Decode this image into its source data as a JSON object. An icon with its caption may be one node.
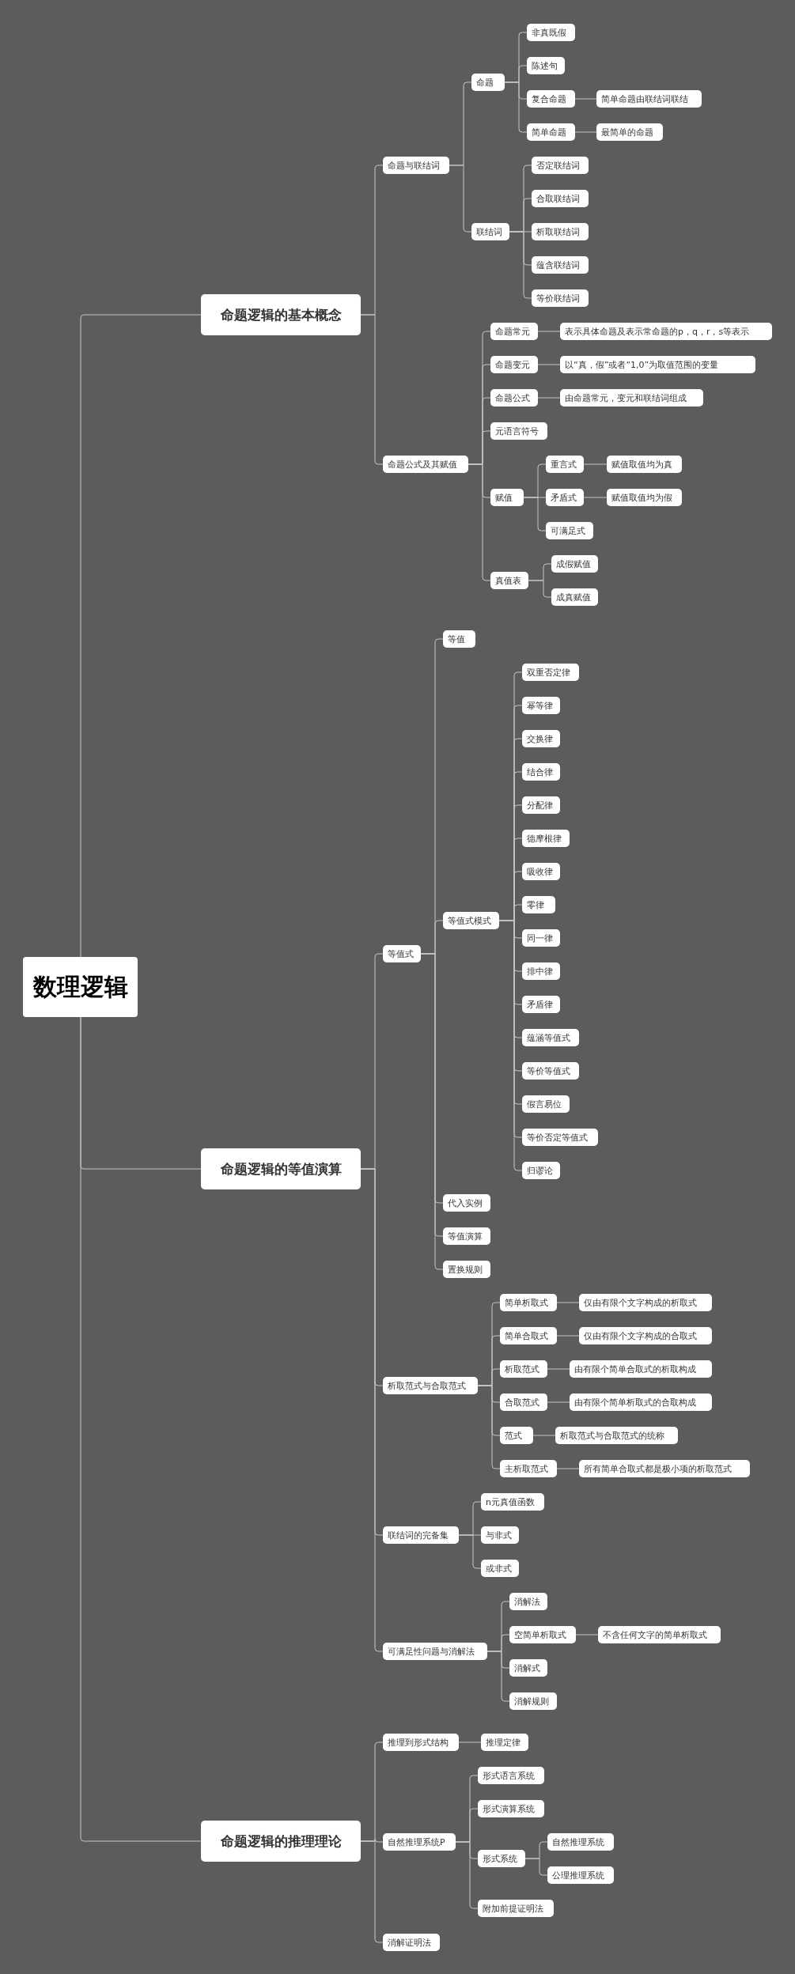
{
  "diagram": {
    "nodes": [
      {
        "text": [
          "数理逻辑"
        ]
      },
      {
        "text": [
          "命题逻辑的基本概念"
        ]
      },
      {
        "text": [
          "命题与联结词"
        ]
      },
      {
        "text": [
          "命题"
        ]
      },
      {
        "text": [
          "非真既假"
        ]
      },
      {
        "text": [
          "陈述句"
        ]
      },
      {
        "text": [
          "复合命题"
        ]
      },
      {
        "text": [
          "简单命题由联结词联结"
        ]
      },
      {
        "text": [
          "简单命题"
        ]
      },
      {
        "text": [
          "最简单的命题"
        ]
      },
      {
        "text": [
          "联结词"
        ]
      },
      {
        "text": [
          "否定联结词"
        ]
      },
      {
        "text": [
          "合取联结词"
        ]
      },
      {
        "text": [
          "析取联结词"
        ]
      },
      {
        "text": [
          "蕴含联结词"
        ]
      },
      {
        "text": [
          "等价联结词"
        ]
      },
      {
        "text": [
          "命题公式及其赋值"
        ]
      },
      {
        "text": [
          "命题常元"
        ]
      },
      {
        "text": [
          "表示具体命题及表示常命题的p，q，r，s等表示"
        ]
      },
      {
        "text": [
          "命题变元"
        ]
      },
      {
        "text": [
          "以“真，假”或者“1,0”为取值范围的变量"
        ]
      },
      {
        "text": [
          "命题公式"
        ]
      },
      {
        "text": [
          "由命题常元，变元和联结词组成"
        ]
      },
      {
        "text": [
          "元语言符号"
        ]
      },
      {
        "text": [
          "赋值"
        ]
      },
      {
        "text": [
          "重言式"
        ]
      },
      {
        "text": [
          "赋值取值均为真"
        ]
      },
      {
        "text": [
          "矛盾式"
        ]
      },
      {
        "text": [
          "赋值取值均为假"
        ]
      },
      {
        "text": [
          "可满足式"
        ]
      },
      {
        "text": [
          "真值表"
        ]
      },
      {
        "text": [
          "成假赋值"
        ]
      },
      {
        "text": [
          "成真赋值"
        ]
      },
      {
        "text": [
          "命题逻辑的等值演算"
        ]
      },
      {
        "text": [
          "等值式"
        ]
      },
      {
        "text": [
          "等值"
        ]
      },
      {
        "text": [
          "等值式模式"
        ]
      },
      {
        "text": [
          "双重否定律"
        ]
      },
      {
        "text": [
          "幂等律"
        ]
      },
      {
        "text": [
          "交换律"
        ]
      },
      {
        "text": [
          "结合律"
        ]
      },
      {
        "text": [
          "分配律"
        ]
      },
      {
        "text": [
          "德摩根律"
        ]
      },
      {
        "text": [
          "吸收律"
        ]
      },
      {
        "text": [
          "零律"
        ]
      },
      {
        "text": [
          "同一律"
        ]
      },
      {
        "text": [
          "排中律"
        ]
      },
      {
        "text": [
          "矛盾律"
        ]
      },
      {
        "text": [
          "蕴涵等值式"
        ]
      },
      {
        "text": [
          "等价等值式"
        ]
      },
      {
        "text": [
          "假言易位"
        ]
      },
      {
        "text": [
          "等价否定等值式"
        ]
      },
      {
        "text": [
          "归谬论"
        ]
      },
      {
        "text": [
          "代入实例"
        ]
      },
      {
        "text": [
          "等值演算"
        ]
      },
      {
        "text": [
          "置换规则"
        ]
      },
      {
        "text": [
          "析取范式与合取范式"
        ]
      },
      {
        "text": [
          "简单析取式"
        ]
      },
      {
        "text": [
          "仅由有限个文字构成的析取式"
        ]
      },
      {
        "text": [
          "简单合取式"
        ]
      },
      {
        "text": [
          "仅由有限个文字构成的合取式"
        ]
      },
      {
        "text": [
          "析取范式"
        ]
      },
      {
        "text": [
          "由有限个简单合取式的析取构成"
        ]
      },
      {
        "text": [
          "合取范式"
        ]
      },
      {
        "text": [
          "由有限个简单析取式的合取构成"
        ]
      },
      {
        "text": [
          "范式"
        ]
      },
      {
        "text": [
          "析取范式与合取范式的统称"
        ]
      },
      {
        "text": [
          "主析取范式"
        ]
      },
      {
        "text": [
          "所有简单合取式都是极小项的析取范式"
        ]
      },
      {
        "text": [
          "联结词的完备集"
        ]
      },
      {
        "text": [
          "n元真值函数"
        ]
      },
      {
        "text": [
          "与非式"
        ]
      },
      {
        "text": [
          "或非式"
        ]
      },
      {
        "text": [
          "可满足性问题与消解法"
        ]
      },
      {
        "text": [
          "消解法"
        ]
      },
      {
        "text": [
          "空简单析取式"
        ]
      },
      {
        "text": [
          "不含任何文字的简单析取式"
        ]
      },
      {
        "text": [
          "消解式"
        ]
      },
      {
        "text": [
          "消解规则"
        ]
      },
      {
        "text": [
          "命题逻辑的推理理论"
        ]
      },
      {
        "text": [
          "推理到形式结构"
        ]
      },
      {
        "text": [
          "推理定律"
        ]
      },
      {
        "text": [
          "自然推理系统P"
        ]
      },
      {
        "text": [
          "形式语言系统"
        ]
      },
      {
        "text": [
          "形式演算系统"
        ]
      },
      {
        "text": [
          "形式系统"
        ]
      },
      {
        "text": [
          "自然推理系统"
        ]
      },
      {
        "text": [
          "公理推理系统"
        ]
      },
      {
        "text": [
          "附加前提证明法"
        ]
      },
      {
        "text": [
          "消解证明法"
        ]
      }
    ],
    "edges": [
      {
        "from": 0,
        "to": 1,
        "arrow": "none"
      },
      {
        "from": 1,
        "to": 2,
        "arrow": "none"
      },
      {
        "from": 2,
        "to": 3,
        "arrow": "none"
      },
      {
        "from": 3,
        "to": 4,
        "arrow": "none"
      },
      {
        "from": 3,
        "to": 5,
        "arrow": "none"
      },
      {
        "from": 3,
        "to": 6,
        "arrow": "none"
      },
      {
        "from": 6,
        "to": 7,
        "arrow": "none"
      },
      {
        "from": 3,
        "to": 8,
        "arrow": "none"
      },
      {
        "from": 8,
        "to": 9,
        "arrow": "none"
      },
      {
        "from": 2,
        "to": 10,
        "arrow": "none"
      },
      {
        "from": 10,
        "to": 11,
        "arrow": "none"
      },
      {
        "from": 10,
        "to": 12,
        "arrow": "none"
      },
      {
        "from": 10,
        "to": 13,
        "arrow": "none"
      },
      {
        "from": 10,
        "to": 14,
        "arrow": "none"
      },
      {
        "from": 10,
        "to": 15,
        "arrow": "none"
      },
      {
        "from": 1,
        "to": 16,
        "arrow": "none"
      },
      {
        "from": 16,
        "to": 17,
        "arrow": "none"
      },
      {
        "from": 17,
        "to": 18,
        "arrow": "none"
      },
      {
        "from": 16,
        "to": 19,
        "arrow": "none"
      },
      {
        "from": 19,
        "to": 20,
        "arrow": "none"
      },
      {
        "from": 16,
        "to": 21,
        "arrow": "none"
      },
      {
        "from": 21,
        "to": 22,
        "arrow": "none"
      },
      {
        "from": 16,
        "to": 23,
        "arrow": "none"
      },
      {
        "from": 16,
        "to": 24,
        "arrow": "none"
      },
      {
        "from": 24,
        "to": 25,
        "arrow": "none"
      },
      {
        "from": 25,
        "to": 26,
        "arrow": "none"
      },
      {
        "from": 24,
        "to": 27,
        "arrow": "none"
      },
      {
        "from": 27,
        "to": 28,
        "arrow": "none"
      },
      {
        "from": 24,
        "to": 29,
        "arrow": "none"
      },
      {
        "from": 16,
        "to": 30,
        "arrow": "none"
      },
      {
        "from": 30,
        "to": 31,
        "arrow": "none"
      },
      {
        "from": 30,
        "to": 32,
        "arrow": "none"
      },
      {
        "from": 0,
        "to": 33,
        "arrow": "none"
      },
      {
        "from": 33,
        "to": 34,
        "arrow": "none"
      },
      {
        "from": 34,
        "to": 35,
        "arrow": "none"
      },
      {
        "from": 34,
        "to": 36,
        "arrow": "none"
      },
      {
        "from": 36,
        "to": 37,
        "arrow": "none"
      },
      {
        "from": 36,
        "to": 38,
        "arrow": "none"
      },
      {
        "from": 36,
        "to": 39,
        "arrow": "none"
      },
      {
        "from": 36,
        "to": 40,
        "arrow": "none"
      },
      {
        "from": 36,
        "to": 41,
        "arrow": "none"
      },
      {
        "from": 36,
        "to": 42,
        "arrow": "none"
      },
      {
        "from": 36,
        "to": 43,
        "arrow": "none"
      },
      {
        "from": 36,
        "to": 44,
        "arrow": "none"
      },
      {
        "from": 36,
        "to": 45,
        "arrow": "none"
      },
      {
        "from": 36,
        "to": 46,
        "arrow": "none"
      },
      {
        "from": 36,
        "to": 47,
        "arrow": "none"
      },
      {
        "from": 36,
        "to": 48,
        "arrow": "none"
      },
      {
        "from": 36,
        "to": 49,
        "arrow": "none"
      },
      {
        "from": 36,
        "to": 50,
        "arrow": "none"
      },
      {
        "from": 36,
        "to": 51,
        "arrow": "none"
      },
      {
        "from": 36,
        "to": 52,
        "arrow": "none"
      },
      {
        "from": 34,
        "to": 53,
        "arrow": "none"
      },
      {
        "from": 34,
        "to": 54,
        "arrow": "none"
      },
      {
        "from": 34,
        "to": 55,
        "arrow": "none"
      },
      {
        "from": 33,
        "to": 56,
        "arrow": "none"
      },
      {
        "from": 56,
        "to": 57,
        "arrow": "none"
      },
      {
        "from": 57,
        "to": 58,
        "arrow": "none"
      },
      {
        "from": 56,
        "to": 59,
        "arrow": "none"
      },
      {
        "from": 59,
        "to": 60,
        "arrow": "none"
      },
      {
        "from": 56,
        "to": 61,
        "arrow": "none"
      },
      {
        "from": 61,
        "to": 62,
        "arrow": "none"
      },
      {
        "from": 56,
        "to": 63,
        "arrow": "none"
      },
      {
        "from": 63,
        "to": 64,
        "arrow": "none"
      },
      {
        "from": 56,
        "to": 65,
        "arrow": "none"
      },
      {
        "from": 65,
        "to": 66,
        "arrow": "none"
      },
      {
        "from": 56,
        "to": 67,
        "arrow": "none"
      },
      {
        "from": 67,
        "to": 68,
        "arrow": "none"
      },
      {
        "from": 33,
        "to": 69,
        "arrow": "none"
      },
      {
        "from": 69,
        "to": 70,
        "arrow": "none"
      },
      {
        "from": 69,
        "to": 71,
        "arrow": "none"
      },
      {
        "from": 69,
        "to": 72,
        "arrow": "none"
      },
      {
        "from": 33,
        "to": 73,
        "arrow": "none"
      },
      {
        "from": 73,
        "to": 74,
        "arrow": "none"
      },
      {
        "from": 73,
        "to": 75,
        "arrow": "none"
      },
      {
        "from": 75,
        "to": 76,
        "arrow": "none"
      },
      {
        "from": 73,
        "to": 77,
        "arrow": "none"
      },
      {
        "from": 73,
        "to": 78,
        "arrow": "none"
      },
      {
        "from": 0,
        "to": 79,
        "arrow": "none"
      },
      {
        "from": 79,
        "to": 80,
        "arrow": "none"
      },
      {
        "from": 80,
        "to": 81,
        "arrow": "none"
      },
      {
        "from": 79,
        "to": 82,
        "arrow": "none"
      },
      {
        "from": 82,
        "to": 83,
        "arrow": "none"
      },
      {
        "from": 82,
        "to": 84,
        "arrow": "none"
      },
      {
        "from": 82,
        "to": 85,
        "arrow": "none"
      },
      {
        "from": 85,
        "to": 86,
        "arrow": "none"
      },
      {
        "from": 85,
        "to": 87,
        "arrow": "none"
      },
      {
        "from": 82,
        "to": 88,
        "arrow": "none"
      },
      {
        "from": 79,
        "to": 89,
        "arrow": "none"
      }
    ]
  }
}
